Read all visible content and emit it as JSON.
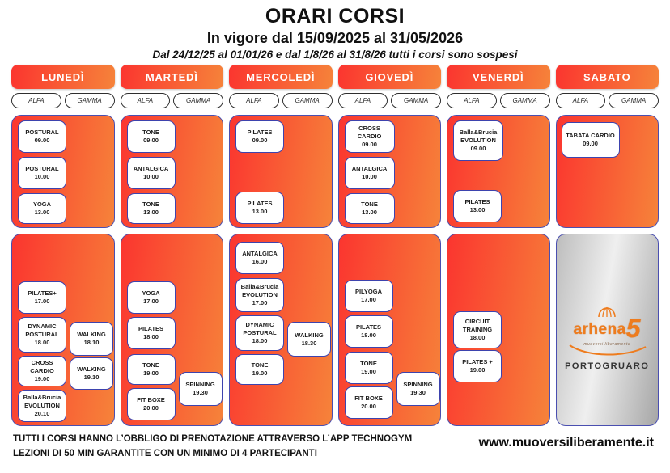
{
  "header": {
    "title": "ORARI CORSI",
    "subtitle": "In vigore dal 15/09/2025 al 31/05/2026",
    "note": "Dal 24/12/25 al 01/01/26 e dal 1/8/26 al 31/8/26 tutti i corsi sono sospesi"
  },
  "group_labels": [
    "ALFA",
    "GAMMA"
  ],
  "colors": {
    "gradient_start": "#fb352f",
    "gradient_end": "#f6833a",
    "panel_border": "#4a4fb0",
    "card_border": "#3d43ae",
    "logo_orange": "#ee7c1e"
  },
  "days": [
    {
      "name": "LUNEDÌ",
      "morning": [
        {
          "name": "POSTURAL",
          "time": "09.00"
        },
        {
          "name": "POSTURAL",
          "time": "10.00"
        },
        {
          "name": "YOGA",
          "time": "13.00"
        }
      ],
      "evening": [
        {
          "name": "PILATES+",
          "time": "17.00"
        },
        {
          "name": "DYNAMIC POSTURAL",
          "time": "18.00"
        },
        {
          "name": "CROSS CARDIO",
          "time": "19.00"
        },
        {
          "name": "Balla&Brucia EVOLUTION",
          "time": "20.10"
        }
      ],
      "evening_right": [
        {
          "name": "WALKING",
          "time": "18.10"
        },
        {
          "name": "WALKING",
          "time": "19.10"
        }
      ]
    },
    {
      "name": "MARTEDÌ",
      "morning": [
        {
          "name": "TONE",
          "time": "09.00"
        },
        {
          "name": "ANTALGICA",
          "time": "10.00"
        },
        {
          "name": "TONE",
          "time": "13.00"
        }
      ],
      "evening": [
        {
          "name": "YOGA",
          "time": "17.00"
        },
        {
          "name": "PILATES",
          "time": "18.00"
        },
        {
          "name": "TONE",
          "time": "19.00"
        },
        {
          "name": "FIT BOXE",
          "time": "20.00"
        }
      ],
      "evening_right": [
        {
          "name": "SPINNING",
          "time": "19.30"
        }
      ]
    },
    {
      "name": "MERCOLEDÌ",
      "morning": [
        {
          "name": "PILATES",
          "time": "09.00"
        },
        {
          "name": "PILATES",
          "time": "13.00"
        }
      ],
      "evening": [
        {
          "name": "ANTALGICA",
          "time": "16.00"
        },
        {
          "name": "Balla&Brucia EVOLUTION",
          "time": "17.00"
        },
        {
          "name": "DYNAMIC POSTURAL",
          "time": "18.00"
        },
        {
          "name": "TONE",
          "time": "19.00"
        }
      ],
      "evening_right": [
        {
          "name": "WALKING",
          "time": "18.30"
        }
      ]
    },
    {
      "name": "GIOVEDÌ",
      "morning": [
        {
          "name": "CROSS CARDIO",
          "time": "09.00"
        },
        {
          "name": "ANTALGICA",
          "time": "10.00"
        },
        {
          "name": "TONE",
          "time": "13.00"
        }
      ],
      "evening": [
        {
          "name": "PILYOGA",
          "time": "17.00"
        },
        {
          "name": "PILATES",
          "time": "18.00"
        },
        {
          "name": "TONE",
          "time": "19.00"
        },
        {
          "name": "FIT BOXE",
          "time": "20.00"
        }
      ],
      "evening_right": [
        {
          "name": "SPINNING",
          "time": "19.30"
        }
      ]
    },
    {
      "name": "VENERDÌ",
      "morning": [
        {
          "name": "Balla&Brucia EVOLUTION",
          "time": "09.00"
        },
        {
          "name": "PILATES",
          "time": "13.00"
        }
      ],
      "evening": [
        {
          "name": "CIRCUIT TRAINING",
          "time": "18.00"
        },
        {
          "name": "PILATES +",
          "time": "19.00"
        }
      ],
      "evening_right": []
    },
    {
      "name": "SABATO",
      "morning": [
        {
          "name": "TABATA CARDIO",
          "time": "09.00"
        }
      ],
      "evening": [],
      "evening_right": []
    }
  ],
  "logo": {
    "brand": "arhena",
    "brand_suffix": "5",
    "tagline": "muoversi liberamente",
    "city": "PORTOGRUARO"
  },
  "footer": {
    "line1": "TUTTI I CORSI HANNO L’OBBLIGO DI PRENOTAZIONE ATTRAVERSO L’APP TECHNOGYM",
    "line2": "LEZIONI DI 50 MIN GARANTITE CON UN MINIMO DI 4 PARTECIPANTI",
    "website": "www.muoversiliberamente.it"
  }
}
